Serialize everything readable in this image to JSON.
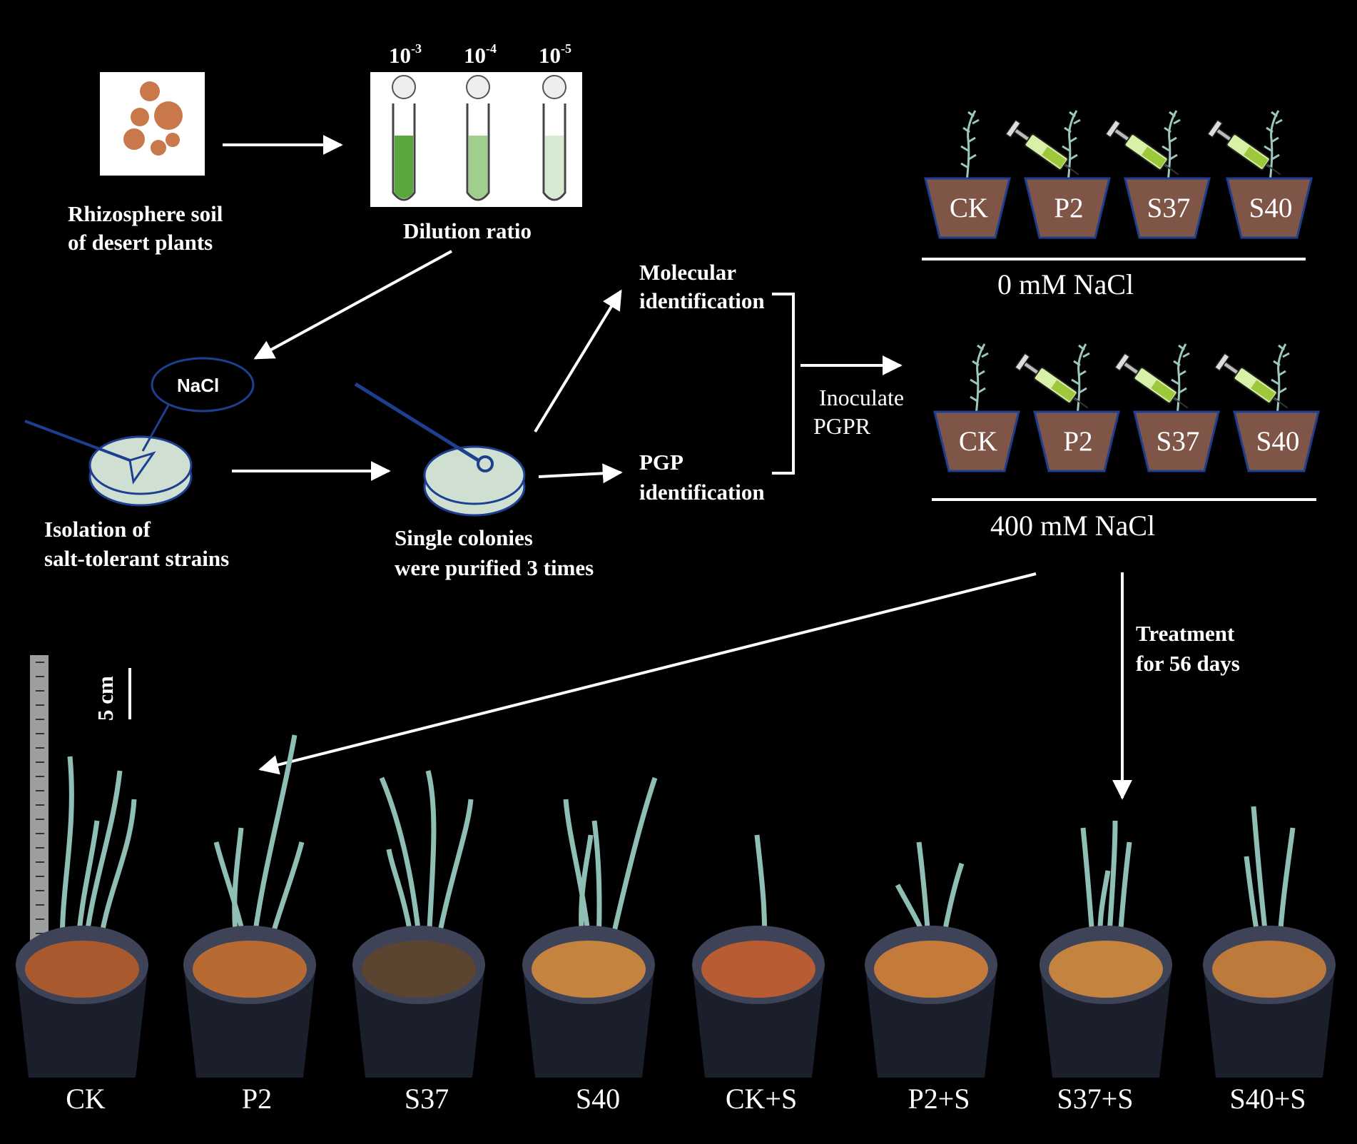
{
  "soil": {
    "caption_line1": "Rhizosphere soil",
    "caption_line2": "of desert plants"
  },
  "dilution": {
    "base": "10",
    "exponents": [
      "-3",
      "-4",
      "-5"
    ],
    "caption": "Dilution ratio",
    "tube_colors": [
      "#5aa83c",
      "#9fcf8c",
      "#d5ead0"
    ]
  },
  "isolation": {
    "bubble_label": "NaCl",
    "caption_line1": "Isolation of",
    "caption_line2": "salt-tolerant strains"
  },
  "purification": {
    "caption_line1": "Single colonies",
    "caption_line2": "were purified 3 times"
  },
  "identification": {
    "molecular_line1": "Molecular",
    "molecular_line2": "identification",
    "pgp_line1": "PGP",
    "pgp_line2": "identification"
  },
  "inoculate": {
    "line1": "Inoculate",
    "line2": "PGPR"
  },
  "pots": {
    "labels": [
      "CK",
      "P2",
      "S37",
      "S40"
    ],
    "condition_0": "0  mM  NaCl",
    "condition_400": "400  mM  NaCl",
    "pot_color": "#7f5548"
  },
  "treatment": {
    "line1": "Treatment",
    "line2": "for 56 days"
  },
  "scale_bar": {
    "label": "5 cm"
  },
  "photo_labels": [
    "CK",
    "P2",
    "S37",
    "S40",
    "CK+S",
    "P2+S",
    "S37+S",
    "S40+S"
  ],
  "colors": {
    "accent_blue": "#1e3f8f",
    "soil_colony": "#c8784a",
    "plate": "#cfe0d3",
    "plant": "#8fbfb4"
  }
}
